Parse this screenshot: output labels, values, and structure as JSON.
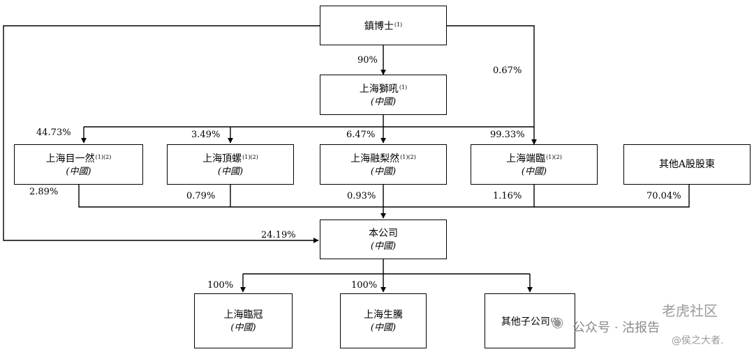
{
  "entities": {
    "zhenboshi": {
      "name": "鎮博士",
      "note": "(1)"
    },
    "shanghai_shihou": {
      "name": "上海獅吼",
      "note": "(1)",
      "sub": "(中國)"
    },
    "shanghai_muyiran": {
      "name": "上海目一然",
      "note": "(1)(2)",
      "sub": "(中國)"
    },
    "shanghai_dingluo": {
      "name": "上海頂螺",
      "note": "(1)(2)",
      "sub": "(中國)"
    },
    "shanghai_rongliran": {
      "name": "上海融梨然",
      "note": "(1)(2)",
      "sub": "(中國)"
    },
    "shanghai_duanlin": {
      "name": "上海端臨",
      "note": "(1)(2)",
      "sub": "(中國)"
    },
    "other_a_shareholders": {
      "name": "其他A股股東"
    },
    "company": {
      "name": "本公司",
      "sub": "(中國)"
    },
    "shanghai_linguan": {
      "name": "上海臨冠",
      "sub": "(中國)"
    },
    "shanghai_shengteng": {
      "name": "上海生騰",
      "sub": "(中國)"
    },
    "other_subsidiaries": {
      "name": "其他子公司",
      "note": "(3)"
    }
  },
  "percentages": {
    "zhenboshi_to_shihou": "90%",
    "zhenboshi_to_duanlin": "0.67%",
    "shihou_to_muyiran": "44.73%",
    "shihou_to_dingluo": "3.49%",
    "shihou_to_rongliran": "6.47%",
    "shihou_to_duanlin": "99.33%",
    "muyiran_to_company": "2.89%",
    "dingluo_to_company": "0.79%",
    "rongliran_to_company": "0.93%",
    "duanlin_to_company": "1.16%",
    "other_a_to_company": "70.04%",
    "zhenboshi_to_company": "24.19%",
    "company_to_linguan": "100%",
    "company_to_shengteng": "100%"
  },
  "watermark": {
    "line1": "老虎社区",
    "line2": "公众号 · 沽报告",
    "line3": "@侯之大者."
  },
  "colors": {
    "line": "#000000",
    "watermark": "#9a9a9a"
  }
}
